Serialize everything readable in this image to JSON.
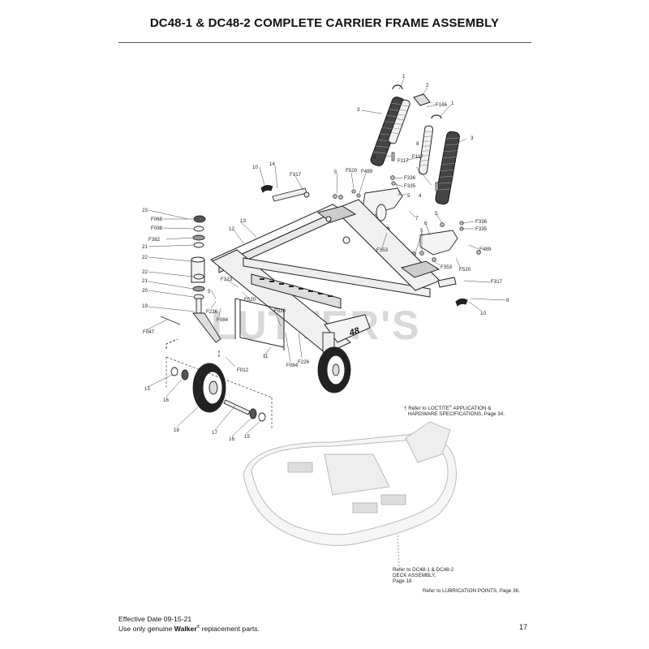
{
  "header": {
    "title": "DC48-1 & DC48-2 COMPLETE CARRIER FRAME ASSEMBLY"
  },
  "watermark": "LUTTER'S",
  "frame_badge": "48",
  "callouts": {
    "c1a": "1",
    "c2": "2",
    "c3a": "3",
    "cF166": "F166",
    "c1b": "1",
    "c8": "8",
    "c3b": "3",
    "c4a": "4",
    "cF117a": "F117",
    "cF117b": "F117",
    "c4b": "4",
    "c10a": "10",
    "c14": "14",
    "cF317a": "F317",
    "c5a": "5",
    "cF520a": "F520",
    "cF489a": "F489",
    "cF336a": "F336",
    "cF335a": "F335",
    "c5b": "5",
    "c23": "23",
    "cF068": "F068",
    "cF098": "F098",
    "cF382": "F382",
    "c21a": "21",
    "c22a": "22",
    "c13": "13",
    "c12": "12",
    "c7": "7",
    "c5c": "5",
    "cF336b": "F336",
    "cF335b": "F335",
    "c6": "6",
    "cF353a": "F353",
    "c5d": "5",
    "cF489b": "F489",
    "cF353b": "F353",
    "cF520b": "F520",
    "c22b": "22",
    "c21b": "21",
    "c20": "20",
    "c19": "19",
    "c5e": "5",
    "cF123": "F123",
    "cF020a": "F020",
    "cF317b": "F317",
    "c9": "9",
    "c10b": "10",
    "cF226a": "F226",
    "cF084a": "F084",
    "cF020b": "F020",
    "cF047": "F047",
    "c11": "11",
    "cF084b": "F084",
    "cF226b": "F226",
    "cF012": "F012",
    "c15a": "15",
    "c16a": "16",
    "c18": "18",
    "c17": "17",
    "c16b": "16",
    "c15b": "15"
  },
  "notes": {
    "loctite": "† Refer to LOCTITE",
    "loctite_reg": "®",
    "loctite2": " APPLICATION &",
    "loctite3": "HARDWARE SPECIFICATIONS, Page 34.",
    "deck1": "Refer to DC48-1 & DC48-2",
    "deck2": "DECK ASSEMBLY,",
    "deck3": "Page 18",
    "lube": "Refer to LUBRICATION POINTS, Page 36."
  },
  "footer": {
    "effective": "Effective Date 09-15-21",
    "use_pre": "Use only genuine ",
    "brand": "Walker",
    "reg": "®",
    "use_post": " replacement parts.",
    "page": "17"
  }
}
